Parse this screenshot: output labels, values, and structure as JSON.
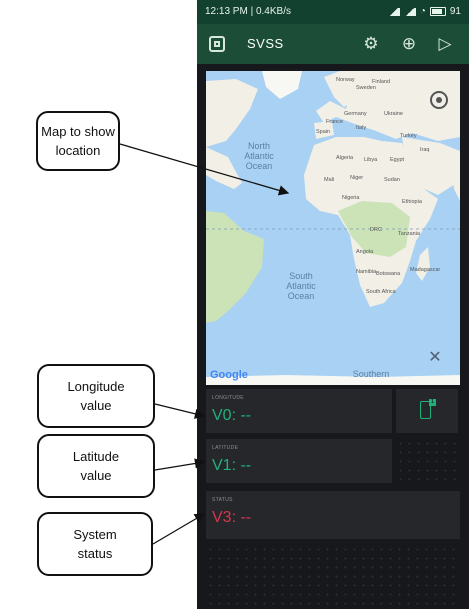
{
  "status_bar": {
    "time": "12:13 PM | 0.4KB/s",
    "battery": "91"
  },
  "app_bar": {
    "title": "SVSS",
    "icons": [
      "copy-icon",
      "settings-icon",
      "add-icon",
      "play-icon"
    ]
  },
  "map": {
    "ocean_labels": {
      "north_atlantic": "North\nAtlantic\nOcean",
      "south_atlantic": "South\nAtlantic\nOcean",
      "southern": "Southern"
    },
    "country_labels": [
      "Norway",
      "Sweden",
      "Finland",
      "Germany",
      "Ukraine",
      "France",
      "Italy",
      "Turkey",
      "Spain",
      "Algeria",
      "Libya",
      "Egypt",
      "Iraq",
      "Mali",
      "Niger",
      "Sudan",
      "Nigeria",
      "Ethiopia",
      "DRC",
      "Angola",
      "Tanzania",
      "Namibia",
      "Botswana",
      "South Africa",
      "Madagascar"
    ],
    "attribution": "Google",
    "colors": {
      "water": "#a8d1f3",
      "land": "#f1efe6",
      "green": "#cbe3b6"
    }
  },
  "tiles": {
    "longitude": {
      "caption": "LONGITUDE",
      "value": "V0: --"
    },
    "latitude": {
      "caption": "LATITUDE",
      "value": "V1: --"
    },
    "status": {
      "caption": "STATUS",
      "value": "V3: --"
    }
  },
  "annotations": {
    "map": "Map to show\nlocation",
    "longitude": "Longitude\nvalue",
    "latitude": "Latitude\nvalue",
    "status": "System\nstatus"
  },
  "theme": {
    "accent_green": "#22b07a",
    "accent_red": "#d8354c",
    "app_bar": "#1c4d36"
  }
}
